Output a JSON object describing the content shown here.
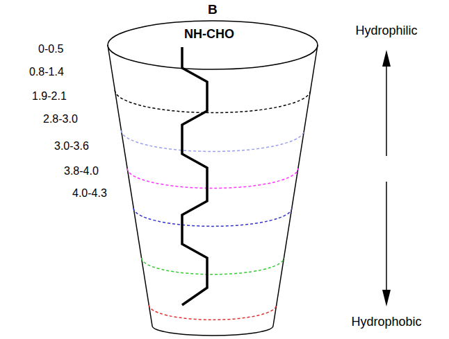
{
  "diagram": {
    "title": "B",
    "labels": [
      "NH-CHO",
      "0-0.5",
      "0.8-1.4",
      "1.9-2.1",
      "2.8-3.0",
      "3.0-3.6",
      "3.8-4.0",
      "4.0-4.3",
      "Hydrophilic",
      "Hydrophobic"
    ]
  }
}
